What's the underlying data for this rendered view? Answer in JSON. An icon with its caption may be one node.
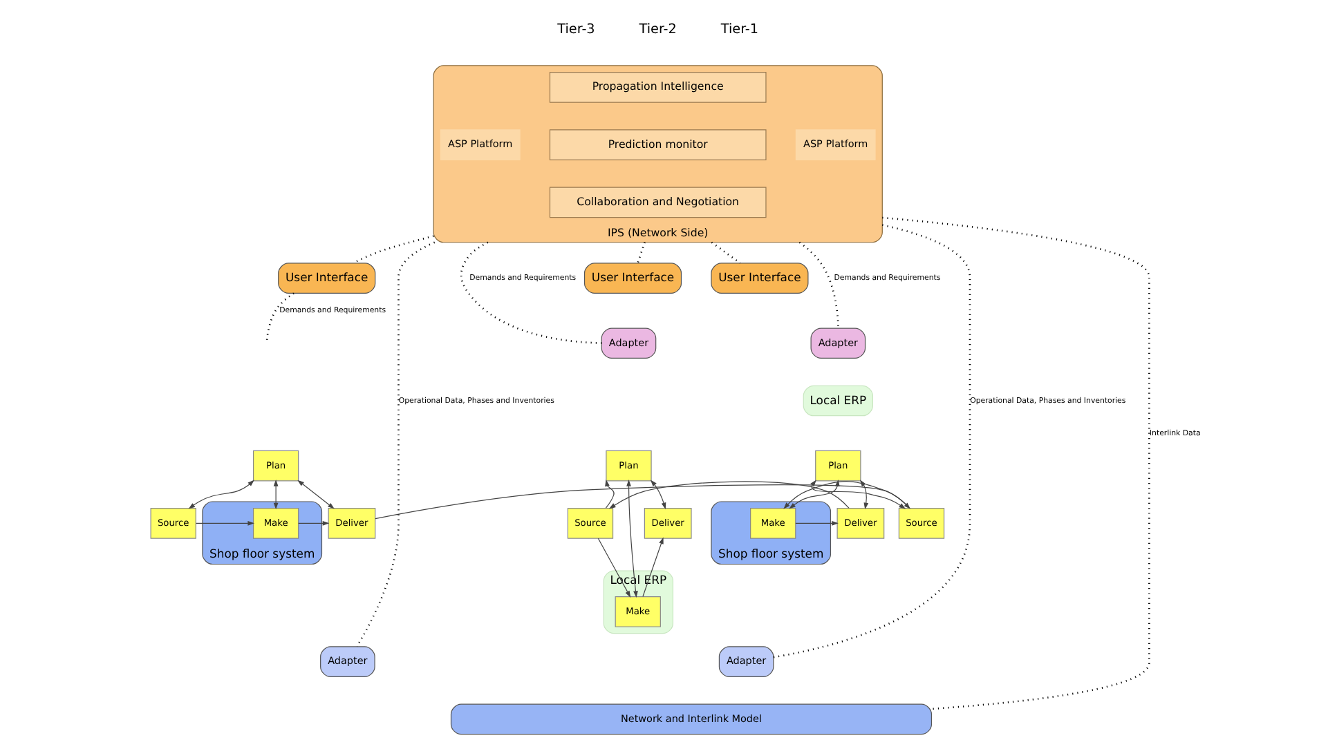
{
  "diagram": {
    "nodes": [
      {
        "text": [
          "IPS (Network Side)"
        ]
      },
      {
        "text": [
          "ASP Platform"
        ],
        "in": 0
      },
      {
        "text": [
          "Propagation Intelligence"
        ],
        "in": 0
      },
      {
        "text": [
          "Prediction monitor"
        ],
        "in": 0
      },
      {
        "text": [
          "Collaboration and Negotiation"
        ],
        "in": 0
      },
      {
        "text": [
          "ASP Platform"
        ],
        "in": 0
      },
      {
        "text": [
          "User Interface"
        ]
      },
      {
        "text": [
          "Shop floor system"
        ]
      },
      {
        "text": [
          "Plan"
        ]
      },
      {
        "text": [
          "Source"
        ]
      },
      {
        "text": [
          "Make"
        ],
        "in": 7
      },
      {
        "text": [
          "Deliver"
        ]
      },
      {
        "text": [
          "Adapter"
        ]
      },
      {
        "text": [
          "User Interface"
        ]
      },
      {
        "text": [
          "Adapter"
        ]
      },
      {
        "text": [
          "Local ERP"
        ]
      },
      {
        "text": [
          "Plan"
        ]
      },
      {
        "text": [
          "Shop floor system"
        ]
      },
      {
        "text": [
          "Source"
        ]
      },
      {
        "text": [
          "Make"
        ],
        "in": 17
      },
      {
        "text": [
          "Deliver"
        ]
      },
      {
        "text": [
          "Adapter"
        ]
      },
      {
        "text": [
          "User Interface"
        ]
      },
      {
        "text": [
          "Adapter"
        ]
      },
      {
        "text": [
          "Local ERP"
        ]
      },
      {
        "text": [
          "Plan"
        ]
      },
      {
        "text": [
          "Source"
        ]
      },
      {
        "text": [
          "Make"
        ],
        "in": 24
      },
      {
        "text": [
          "Deliver"
        ]
      },
      {
        "text": [
          "Network and Interlink Model"
        ]
      }
    ],
    "edges": [
      {
        "from": 0,
        "to": 6,
        "arrow": "none",
        "style": "dashed"
      },
      {
        "from": 6,
        "to": null,
        "arrow": "none",
        "style": "dashed",
        "label": "Demands and Requirements"
      },
      {
        "from": 0,
        "to": 12,
        "arrow": "none",
        "style": "dashed",
        "label": "Operational Data, Phases and Inventories"
      },
      {
        "from": 8,
        "to": 9,
        "arrow": "both"
      },
      {
        "from": 8,
        "to": 10,
        "arrow": "both"
      },
      {
        "from": 8,
        "to": 11,
        "arrow": "both"
      },
      {
        "from": 9,
        "to": 10,
        "arrow": "to"
      },
      {
        "from": 10,
        "to": 11,
        "arrow": "to"
      },
      {
        "from": 11,
        "to": 18,
        "arrow": "to"
      },
      {
        "from": 0,
        "to": 14,
        "arrow": "none",
        "style": "dashed",
        "label": "Demands and Requirements"
      },
      {
        "from": 0,
        "to": 13,
        "arrow": "none",
        "style": "dashed"
      },
      {
        "from": 0,
        "to": 21,
        "arrow": "none",
        "style": "dashed",
        "label": "Operational Data, Phases and Inventories"
      },
      {
        "from": 0,
        "to": 29,
        "arrow": "none",
        "style": "dashed",
        "label": "Interlink Data"
      },
      {
        "from": 16,
        "to": 18,
        "arrow": "both"
      },
      {
        "from": 16,
        "to": 19,
        "arrow": "both"
      },
      {
        "from": 16,
        "to": 20,
        "arrow": "both"
      },
      {
        "from": 18,
        "to": 19,
        "arrow": "to"
      },
      {
        "from": 19,
        "to": 20,
        "arrow": "to"
      },
      {
        "from": 20,
        "to": 26,
        "arrow": "to"
      },
      {
        "from": 0,
        "to": 23,
        "arrow": "none",
        "style": "dashed",
        "label": "Demands and Requirements"
      },
      {
        "from": 0,
        "to": 22,
        "arrow": "none",
        "style": "dashed"
      },
      {
        "from": 26,
        "to": 25,
        "arrow": "to"
      },
      {
        "from": 25,
        "to": 27,
        "arrow": "both"
      },
      {
        "from": 25,
        "to": 28,
        "arrow": "both"
      },
      {
        "from": 26,
        "to": 27,
        "arrow": "to"
      },
      {
        "from": 27,
        "to": 28,
        "arrow": "to"
      }
    ],
    "labels": [
      "Tier-3",
      "Tier-2",
      "Tier-1"
    ]
  }
}
